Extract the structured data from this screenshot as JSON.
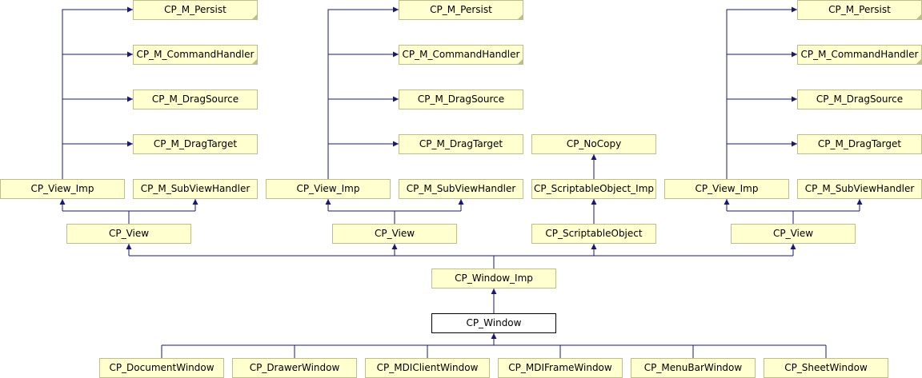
{
  "diagram": {
    "nodes": {
      "persist_a": "CP_M_Persist",
      "cmd_a": "CP_M_CommandHandler",
      "drag_src_a": "CP_M_DragSource",
      "drag_tgt_a": "CP_M_DragTarget",
      "view_imp_a": "CP_View_Imp",
      "subview_a": "CP_M_SubViewHandler",
      "view_a": "CP_View",
      "persist_b": "CP_M_Persist",
      "cmd_b": "CP_M_CommandHandler",
      "drag_src_b": "CP_M_DragSource",
      "drag_tgt_b": "CP_M_DragTarget",
      "view_imp_b": "CP_View_Imp",
      "subview_b": "CP_M_SubViewHandler",
      "view_b": "CP_View",
      "nocopy": "CP_NoCopy",
      "scriptable_imp": "CP_ScriptableObject_Imp",
      "scriptable": "CP_ScriptableObject",
      "persist_c": "CP_M_Persist",
      "cmd_c": "CP_M_CommandHandler",
      "drag_src_c": "CP_M_DragSource",
      "drag_tgt_c": "CP_M_DragTarget",
      "view_imp_c": "CP_View_Imp",
      "subview_c": "CP_M_SubViewHandler",
      "view_c": "CP_View",
      "window_imp": "CP_Window_Imp",
      "window": "CP_Window",
      "document_window": "CP_DocumentWindow",
      "drawer_window": "CP_DrawerWindow",
      "mdi_client_window": "CP_MDIClientWindow",
      "mdi_frame_window": "CP_MDIFrameWindow",
      "menubar_window": "CP_MenuBarWindow",
      "sheet_window": "CP_SheetWindow"
    }
  },
  "colors": {
    "node_fill": "#ffffd0",
    "node_border": "#bebe8c",
    "current_fill": "#ffffff",
    "edge": "#191970"
  }
}
